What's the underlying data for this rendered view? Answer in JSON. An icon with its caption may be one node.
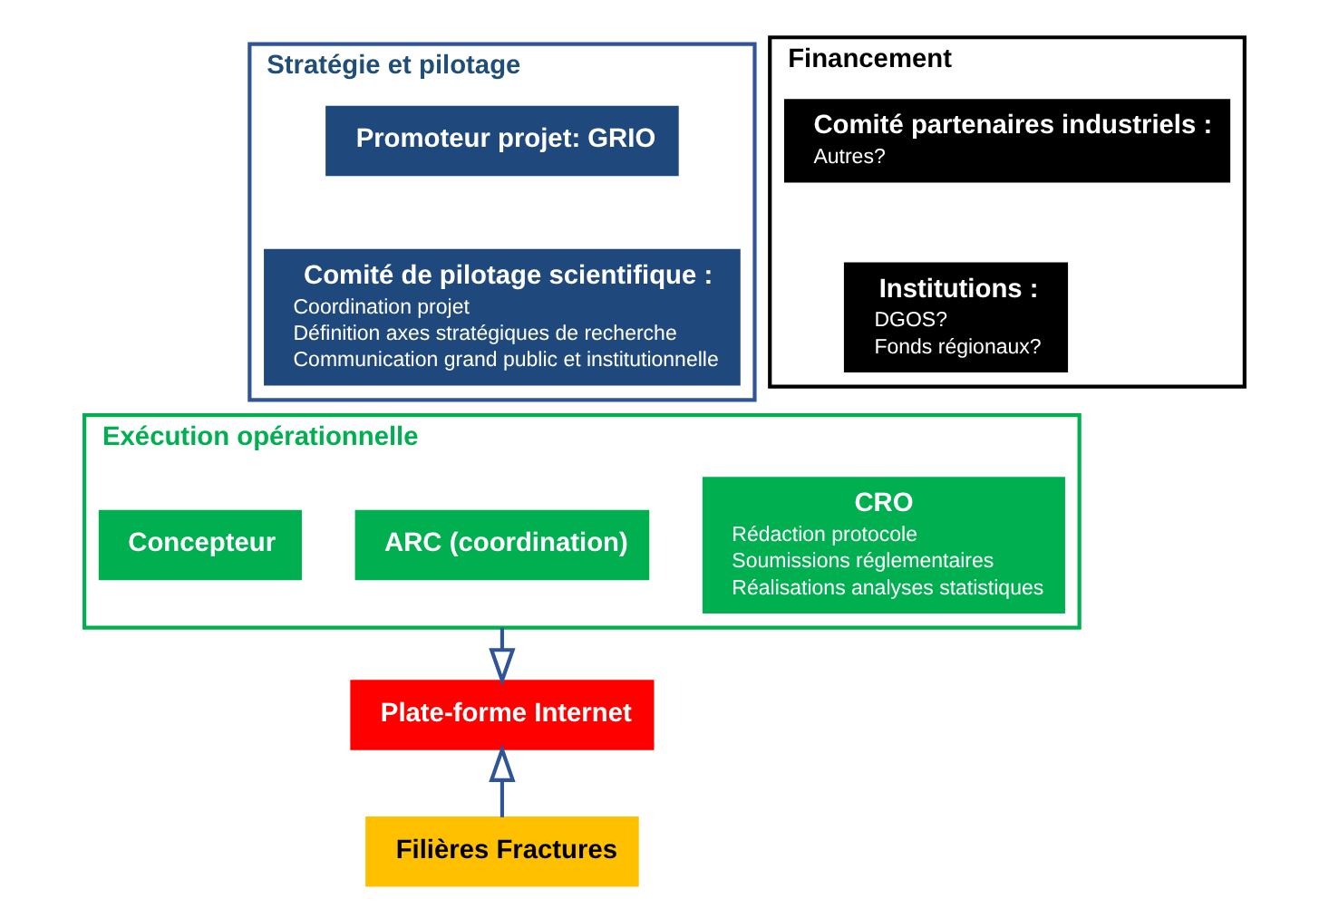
{
  "diagram": {
    "nodes": [
      {
        "text": [
          "Stratégie et pilotage"
        ]
      },
      {
        "text": [
          "Promoteur projet: GRIO"
        ],
        "in": 0
      },
      {
        "text": [
          "Comité de pilotage scientifique :",
          "Coordination projet",
          "Définition axes stratégiques de recherche",
          "Communication grand public et institutionnelle"
        ],
        "in": 0
      },
      {
        "text": [
          "Financement"
        ]
      },
      {
        "text": [
          "Comité partenaires industriels :",
          "Autres?"
        ],
        "in": 3
      },
      {
        "text": [
          "Institutions :",
          "DGOS?",
          "Fonds régionaux?"
        ],
        "in": 3
      },
      {
        "text": [
          "Exécution opérationnelle"
        ]
      },
      {
        "text": [
          "Concepteur"
        ],
        "in": 6
      },
      {
        "text": [
          "ARC (coordination)"
        ],
        "in": 6
      },
      {
        "text": [
          "CRO",
          "Rédaction protocole",
          "Soumissions réglementaires",
          "Réalisations analyses statistiques"
        ],
        "in": 6
      },
      {
        "text": [
          "Plate-forme Internet"
        ]
      },
      {
        "text": [
          "Filières Fractures"
        ]
      }
    ],
    "edges": [
      {
        "from": 6,
        "to": 10,
        "arrow": "to"
      },
      {
        "from": 11,
        "to": 10,
        "arrow": "to"
      }
    ]
  }
}
